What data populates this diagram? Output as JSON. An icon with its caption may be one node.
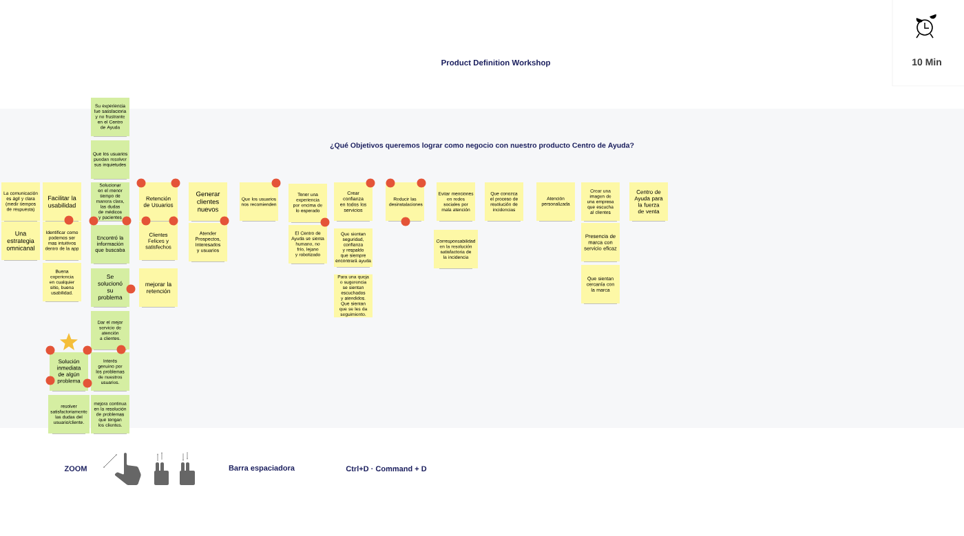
{
  "diagram": {
    "title": "Product Definition Workshop",
    "nodes": [
      {
        "text": [
          "La comunicación es ágil y clara (medir tiempos de respuesta)"
        ]
      },
      {
        "text": [
          "Una estrategia omnicanal"
        ]
      },
      {
        "text": [
          "Facilitar la usabilidad"
        ]
      },
      {
        "text": [
          "Identificar como podemos ser mas intuitivos dentro de la app"
        ]
      },
      {
        "text": [
          "Buena experiencia en cualquier sitio, buena usabilidad."
        ]
      },
      {
        "text": [
          "Su experiencia fue satisfactoria y no frustrante en el Centro de Ayuda"
        ]
      },
      {
        "text": [
          "Que los usuarios puedan resolver sus inquietudes"
        ]
      },
      {
        "text": [
          "Solucionar en el menor tiempo de manera clara, las dudas de médicos y pacientes"
        ]
      },
      {
        "text": [
          "Encontró la información que buscaba"
        ]
      },
      {
        "text": [
          "Se solucionó su problema"
        ]
      },
      {
        "text": [
          "Dar el mejor servicio de atención a clientes."
        ]
      },
      {
        "text": [
          "Solución inmediata de algún problema"
        ]
      },
      {
        "text": [
          "Interés genuino por los problemas de nuestros usuarios."
        ]
      },
      {
        "text": [
          "resolver satisfactoriamente las dudas del usuario/cliente."
        ]
      },
      {
        "text": [
          "mejora continua en la resolución de problemas que tengan los clientes."
        ]
      },
      {
        "text": [
          "Retención de Usuarios"
        ]
      },
      {
        "text": [
          "Clientes Felices y satisfechos"
        ]
      },
      {
        "text": [
          "mejorar la retención"
        ]
      },
      {
        "text": [
          "Generar clientes nuevos"
        ]
      },
      {
        "text": [
          "Atender Prospectos, Interesados y usuarios"
        ]
      },
      {
        "text": [
          "Que los usuarios nos recomienden"
        ]
      },
      {
        "text": [
          "Tener una experiencia por encima de lo esperado"
        ]
      },
      {
        "text": [
          "El Centro de Ayuda se sienta humano, no frío, lejano y robotizado"
        ]
      },
      {
        "text": [
          "Crear confianza en todos los servicios"
        ]
      },
      {
        "text": [
          "Que sientan seguridad, confianza y respaldo que siempre encontrará ayuda"
        ]
      },
      {
        "text": [
          "Para una queja o sugerencia se sientan escuchados y atendidos. Que sientan que se les da seguimiento."
        ]
      },
      {
        "text": [
          "Reducir las desinstalaciones"
        ]
      },
      {
        "text": [
          "Evitar menciones en redes sociales por mala atención"
        ]
      },
      {
        "text": [
          "Corresponsabilidad en la resolución satisfactoria de la incidencia"
        ]
      },
      {
        "text": [
          "Que conozca el proceso de resolución de incidencias"
        ]
      },
      {
        "text": [
          "Atención personalizada"
        ]
      },
      {
        "text": [
          "Crear una imagen de una empresa que escucha al clientes"
        ]
      },
      {
        "text": [
          "Presencia de marca con servicio eficaz"
        ]
      },
      {
        "text": [
          "Que sientan cercanía con la marca"
        ]
      },
      {
        "text": [
          "Centro de Ayuda para la fuerza de venta"
        ]
      }
    ],
    "labels": [
      "¿Qué Objetivos queremos lograr como negocio con nuestro producto Centro de Ayuda?",
      "10 Min",
      "ZOOM",
      "Barra espaciadora",
      "Ctrl+D · Command + D"
    ]
  }
}
